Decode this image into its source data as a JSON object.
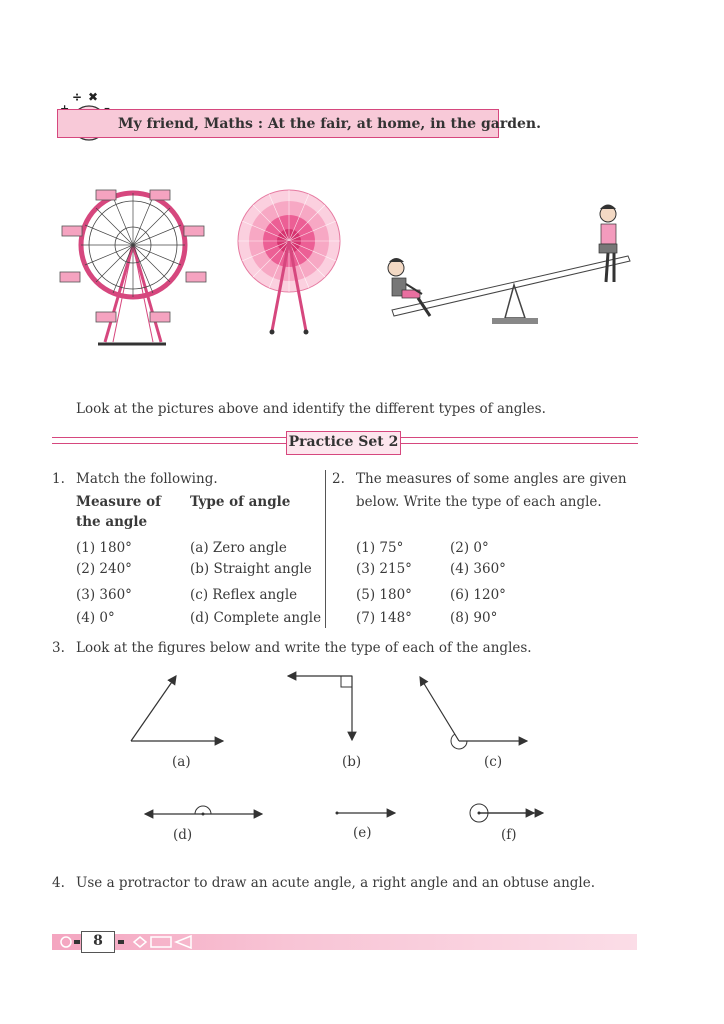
{
  "header": {
    "title": "My friend, Maths : At the fair, at home, in the garden."
  },
  "intro": {
    "text": "Look at the pictures above and identify the different types of angles."
  },
  "practice": {
    "title": "Practice Set 2"
  },
  "q1": {
    "num": "1.",
    "text": "Match the following.",
    "col1_header_line1": "Measure of",
    "col1_header_line2": "the angle",
    "col2_header": "Type of angle",
    "rows": [
      {
        "m": "(1) 180°",
        "t": "(a) Zero angle"
      },
      {
        "m": "(2) 240°",
        "t": "(b) Straight angle"
      },
      {
        "m": "(3) 360°",
        "t": "(c) Reflex angle"
      },
      {
        "m": "(4) 0°",
        "t": "(d) Complete angle"
      }
    ]
  },
  "q2": {
    "num": "2.",
    "line1": "The measures of some angles are given",
    "line2": "below. Write the type of each angle.",
    "items": [
      "(1) 75°",
      "(2) 0°",
      "(3) 215°",
      "(4) 360°",
      "(5) 180°",
      "(6) 120°",
      "(7) 148°",
      "(8) 90°"
    ]
  },
  "q3": {
    "num": "3.",
    "text": "Look at the figures below and write the type of each of the angles.",
    "labels": [
      "(a)",
      "(b)",
      "(c)",
      "(d)",
      "(e)",
      "(f)"
    ]
  },
  "q4": {
    "num": "4.",
    "text": "Use a protractor to draw an acute angle, a right angle and an obtuse angle."
  },
  "footer": {
    "page": "8"
  },
  "colors": {
    "accent": "#d6477e",
    "banner_bg": "#f8c9d8",
    "footer_band": "#f4a5c0"
  }
}
